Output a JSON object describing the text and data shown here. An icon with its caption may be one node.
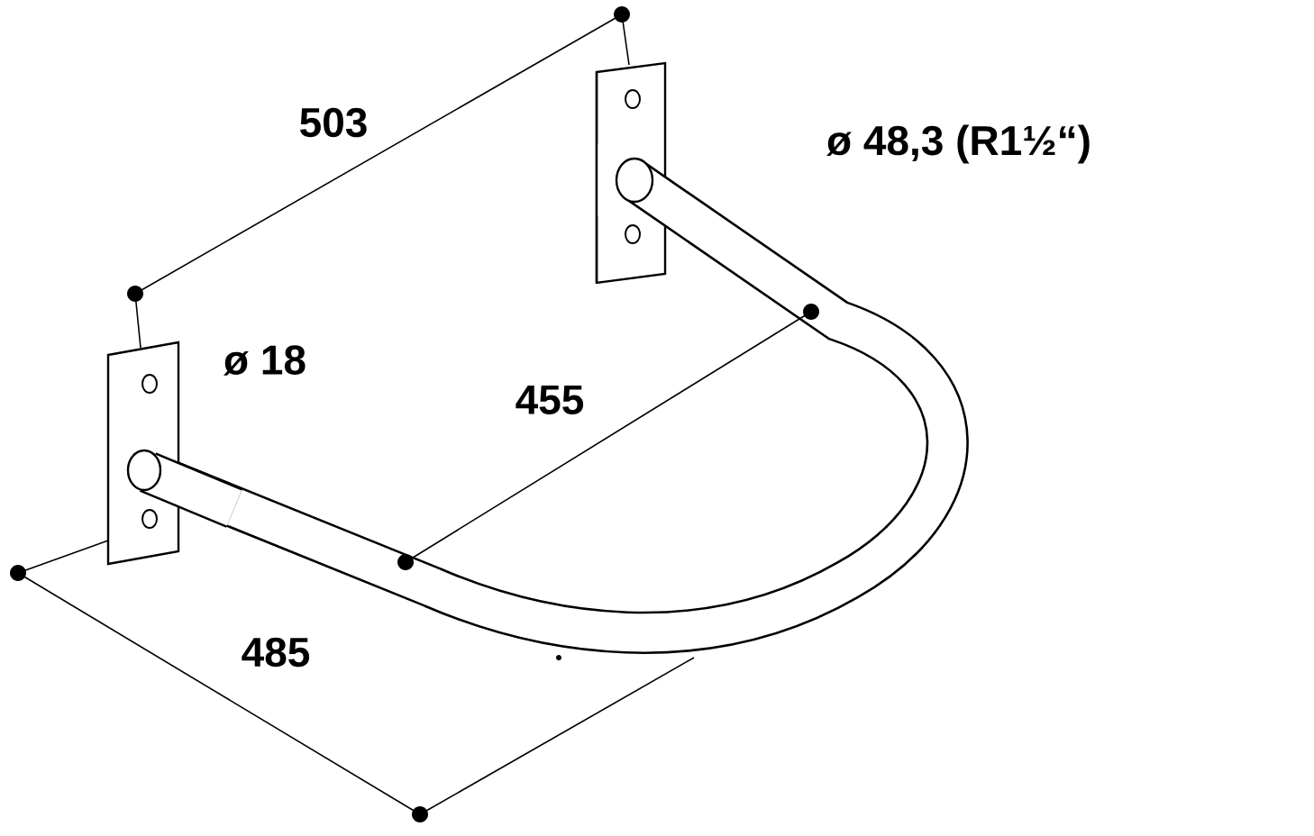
{
  "diagram": {
    "labels": [
      "503",
      "ø 48,3 (R1½“)",
      "ø 18",
      "455",
      "485"
    ]
  }
}
